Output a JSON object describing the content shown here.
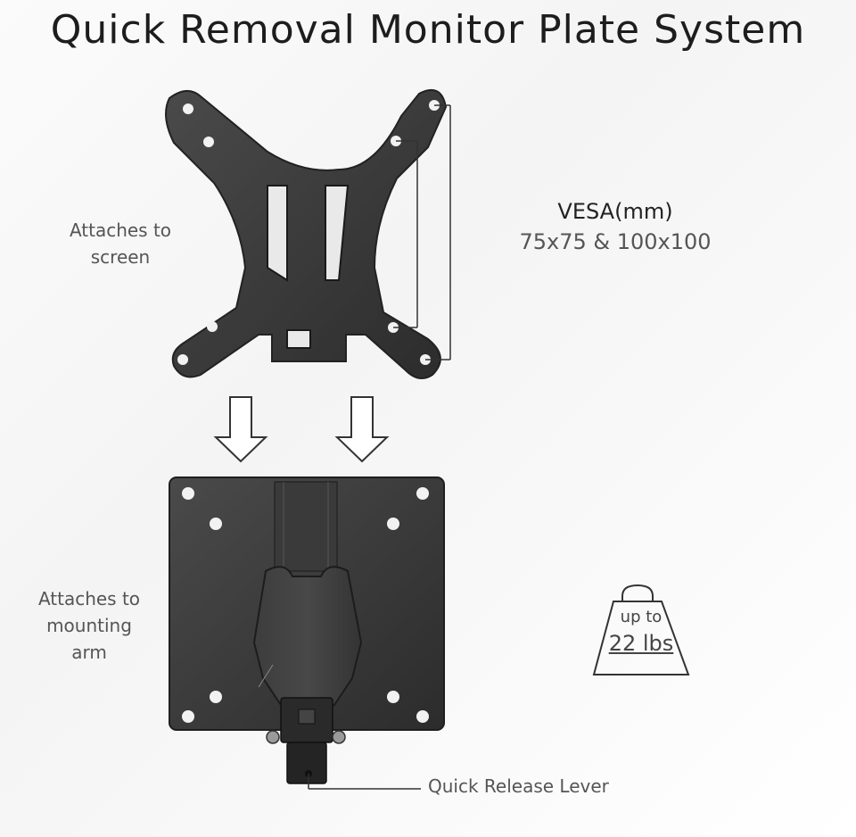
{
  "title": "Quick Removal Monitor Plate System",
  "labels": {
    "attach_screen": [
      "Attaches to",
      "screen"
    ],
    "attach_arm": [
      "Attaches to",
      "mounting",
      "arm"
    ],
    "vesa_heading": "VESA(mm)",
    "vesa_sizes": "75x75 & 100x100",
    "release_lever": "Quick Release Lever"
  },
  "weight_badge": {
    "line1": "up to",
    "line2": "22 lbs",
    "icon": "weight-bag-icon"
  },
  "icons": [
    "down-arrow-icon",
    "down-arrow-icon"
  ],
  "colors": {
    "plate": "#3a3a3a",
    "plate_shadow": "#1f1f1f",
    "outline": "#333333",
    "background": "#f7f7f7"
  }
}
